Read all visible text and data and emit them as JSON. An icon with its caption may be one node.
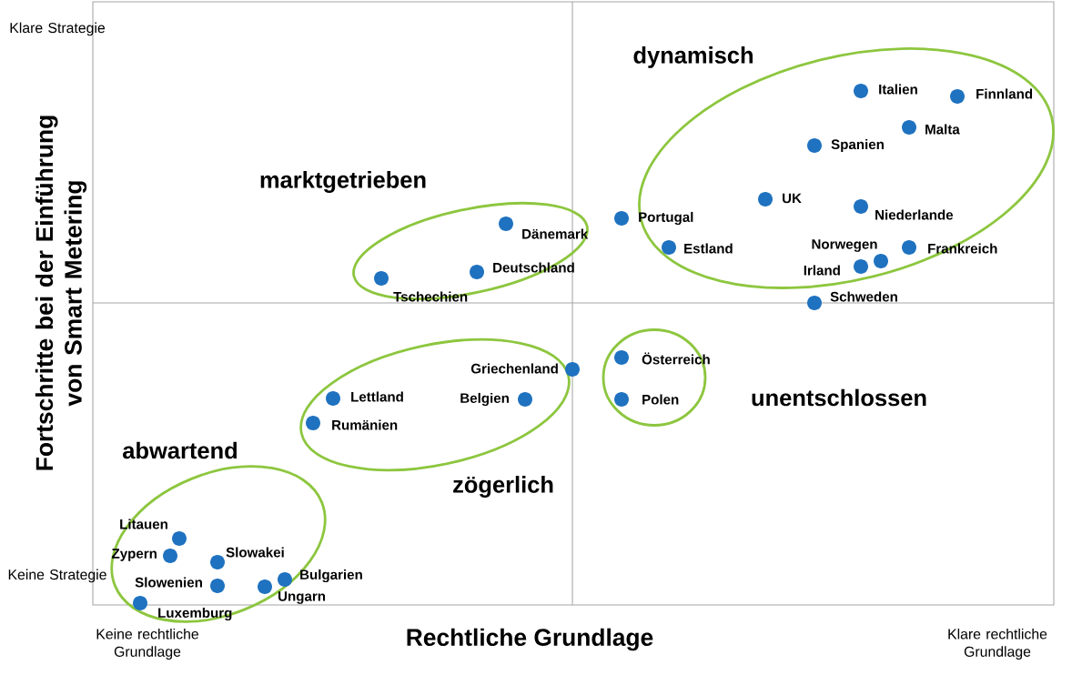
{
  "diagram": {
    "nodes": [
      {
        "text": [
          "Italien",
          "Finnland",
          "Malta",
          "Spanien",
          "UK",
          "Niederlande",
          "Estland",
          "Norwegen",
          "Frankreich",
          "Irland"
        ]
      },
      {
        "text": [
          "Dänemark",
          "Deutschland",
          "Tschechien"
        ]
      },
      {
        "text": [
          "Griechenland",
          "Lettland",
          "Belgien",
          "Rumänien"
        ]
      },
      {
        "text": [
          "Österreich",
          "Polen"
        ]
      },
      {
        "text": [
          "Litauen",
          "Zypern",
          "Slowakei",
          "Bulgarien",
          "Slowenien",
          "Ungarn",
          "Luxemburg"
        ]
      }
    ],
    "labels": [
      "Klare Strategie",
      "Fortschritte bei der Einführung von Smart Metering",
      "dynamisch",
      "marktgetrieben",
      "Portugal",
      "Schweden",
      "unentschlossen",
      "abwartend",
      "zögerlich",
      "Keine Strategie",
      "Keine rechtliche Grundlage",
      "Rechtliche Grundlage",
      "Klare rechtliche Grundlage"
    ]
  }
}
